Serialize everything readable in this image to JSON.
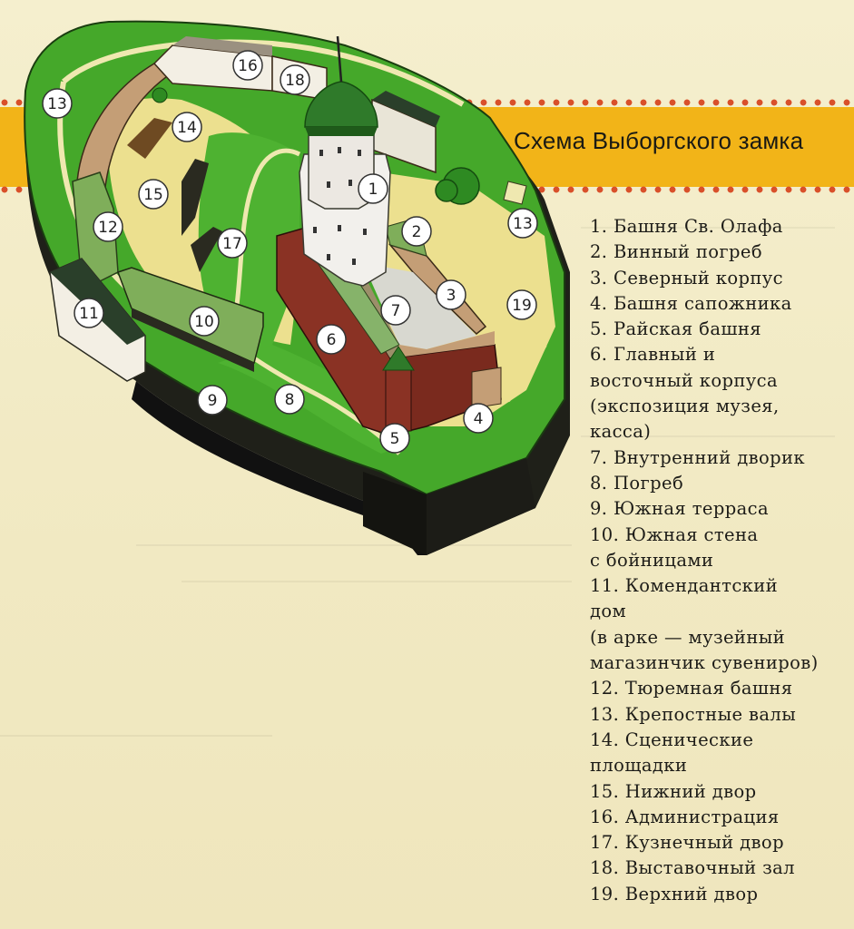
{
  "map": {
    "title": "Схема Выборгского замка",
    "markers": [
      "1",
      "2",
      "3",
      "4",
      "5",
      "6",
      "7",
      "8",
      "9",
      "10",
      "11",
      "12",
      "13",
      "13",
      "14",
      "15",
      "16",
      "17",
      "18",
      "19"
    ]
  },
  "legend": {
    "lines": [
      "1. Башня Св. Олафа",
      "2. Винный погреб",
      "3. Северный корпус",
      "4. Башня сапожника",
      "5. Райская башня",
      "6. Главный и",
      "восточный корпуса",
      "(экспозиция музея,",
      "касса)",
      "7. Внутренний дворик",
      "8. Погреб",
      "9. Южная терраса",
      "10. Южная стена",
      "с бойницами",
      "11. Комендантский",
      "дом",
      "(в арке — музейный",
      "магазинчик сувениров)",
      "12. Тюремная башня",
      "13. Крепостные валы",
      "14. Сценические",
      "площадки",
      "15. Нижний двор",
      "16. Администрация",
      "17. Кузнечный двор",
      "18. Выставочный зал",
      "19. Верхний двор"
    ]
  },
  "colors": {
    "banner": "#f2b418",
    "dots": "#d9502a",
    "grass": "#45a82a",
    "courtyard": "#ece08f",
    "brick": "#8a3224",
    "tower_roof": "#2f7a2a",
    "cliff": "#1f2019"
  }
}
